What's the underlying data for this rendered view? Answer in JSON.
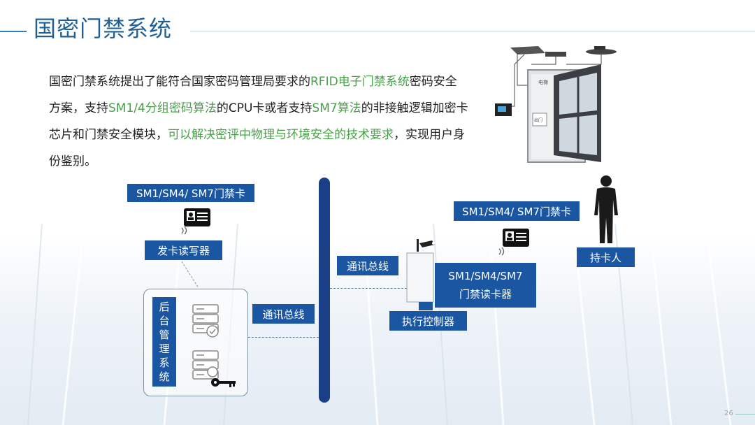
{
  "title": "国密门禁系统",
  "paragraph": {
    "segments": [
      {
        "text": "国密门禁系统提出了能符合国家密码管理局要求的",
        "highlight": false
      },
      {
        "text": "RFID电子门禁系统",
        "highlight": true
      },
      {
        "text": "密码安全方案，支持",
        "highlight": false
      },
      {
        "text": "SM1/4分组密码算法",
        "highlight": true
      },
      {
        "text": "的CPU卡或者支持",
        "highlight": false
      },
      {
        "text": "SM7算法",
        "highlight": true
      },
      {
        "text": "的非接触逻辑加密卡芯片和门禁安全模块，",
        "highlight": false
      },
      {
        "text": "可以解决密评中物理与环境安全的技术要求",
        "highlight": true
      },
      {
        "text": "，实现用户身份鉴别。",
        "highlight": false
      }
    ]
  },
  "diagram": {
    "card_label_left": "SM1/SM4/ SM7门禁卡",
    "card_label_right": "SM1/SM4/ SM7门禁卡",
    "card_writer": "发卡读写器",
    "backend_chars": [
      "后",
      "台",
      "管",
      "理",
      "系",
      "统"
    ],
    "bus_label_left": "通讯总线",
    "bus_label_right": "通讯总线",
    "reader_line1": "SM1/SM4/SM7",
    "reader_line2": "门禁读卡器",
    "controller": "执行控制器",
    "holder": "持卡人"
  },
  "photo": {
    "panel_label": "电梯",
    "door_label": "出门"
  },
  "page_number": "26",
  "colors": {
    "title": "#1f5f96",
    "label_bg": "#1b56a3",
    "bus": "#1b3f86",
    "highlight": "#4aa04a"
  },
  "icons": [
    "id-card-icon",
    "wireless-signal-icon",
    "server-icon",
    "key-icon",
    "camera-icon",
    "person-icon"
  ]
}
